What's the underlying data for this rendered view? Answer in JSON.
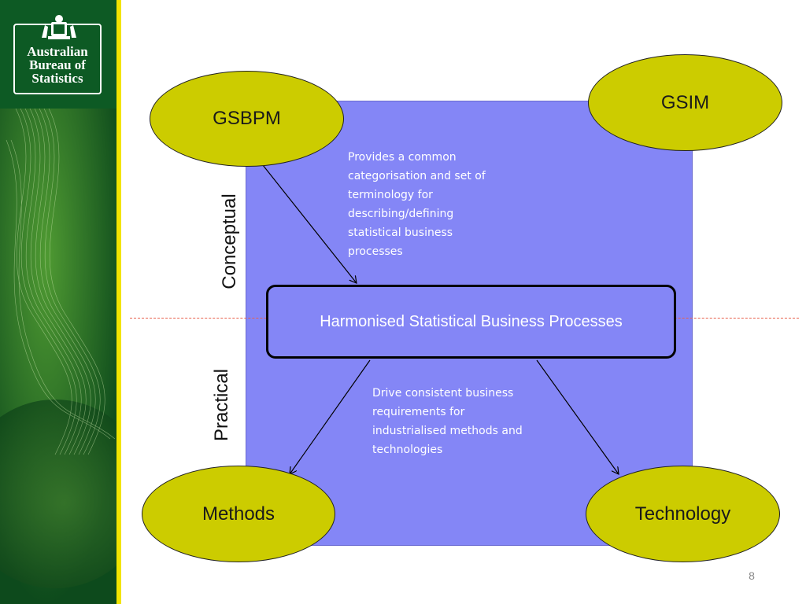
{
  "logo": {
    "lines": [
      "Australian",
      "Bureau of",
      "Statistics"
    ]
  },
  "diagram": {
    "nodes": {
      "gsbpm": "GSBPM",
      "gsim": "GSIM",
      "methods": "Methods",
      "technology": "Technology",
      "central": "Harmonised Statistical Business Processes"
    },
    "notes": {
      "top": "Provides a common\ncategorisation and set of\nterminology for\ndescribing/defining\nstatistical business\nprocesses",
      "bottom": "Drive consistent business\nrequirements for\nindustrialised methods and\ntechnologies"
    },
    "side_labels": {
      "upper": "Conceptual",
      "lower": "Practical"
    }
  },
  "page_number": "8",
  "colors": {
    "sidebar_green": "#0e5a23",
    "stripe_yellow": "#f2e400",
    "panel_blue": "#8486f6",
    "ellipse_olive": "#cccc00",
    "divider_red": "#e8604c"
  }
}
